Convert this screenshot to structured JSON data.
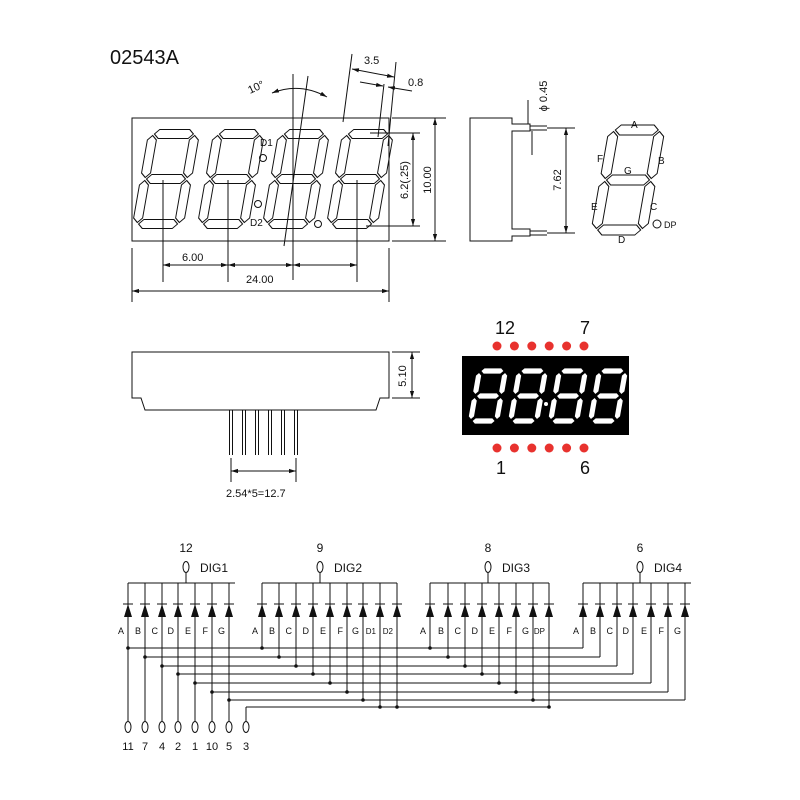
{
  "title": "02543A",
  "front_view": {
    "dot_labels": [
      "D1",
      "D2"
    ],
    "angle_label": "10°",
    "dim_pitch": "6.00",
    "dim_span": "24.00",
    "dim_segment_spacing": "3.5",
    "dim_segment_width": "0.8",
    "dim_digit_height": "6.2(.25)",
    "dim_height": "10.00"
  },
  "side_view": {
    "dim_pin_dia": "ϕ 0.45",
    "dim_row_spacing": "7.62"
  },
  "segment_map": {
    "labels": [
      "A",
      "B",
      "C",
      "D",
      "E",
      "F",
      "G",
      "DP"
    ]
  },
  "bottom_view": {
    "dim_pin_pitch": "2.54*5=12.7",
    "dim_depth": "5.10"
  },
  "pinout_view": {
    "top_labels": [
      "12",
      "7"
    ],
    "bottom_labels": [
      "1",
      "6"
    ],
    "pin_color": "#e8322e",
    "body_color": "#000000"
  },
  "schematic": {
    "digits": [
      {
        "pin": "12",
        "name": "DIG1",
        "segments": [
          "A",
          "B",
          "C",
          "D",
          "E",
          "F",
          "G"
        ]
      },
      {
        "pin": "9",
        "name": "DIG2",
        "segments": [
          "A",
          "B",
          "C",
          "D",
          "E",
          "F",
          "G",
          "D1",
          "D2"
        ]
      },
      {
        "pin": "8",
        "name": "DIG3",
        "segments": [
          "A",
          "B",
          "C",
          "D",
          "E",
          "F",
          "G",
          "DP"
        ]
      },
      {
        "pin": "6",
        "name": "DIG4",
        "segments": [
          "A",
          "B",
          "C",
          "D",
          "E",
          "F",
          "G"
        ]
      }
    ],
    "segment_pins": [
      "11",
      "7",
      "4",
      "2",
      "1",
      "10",
      "5",
      "3"
    ]
  }
}
